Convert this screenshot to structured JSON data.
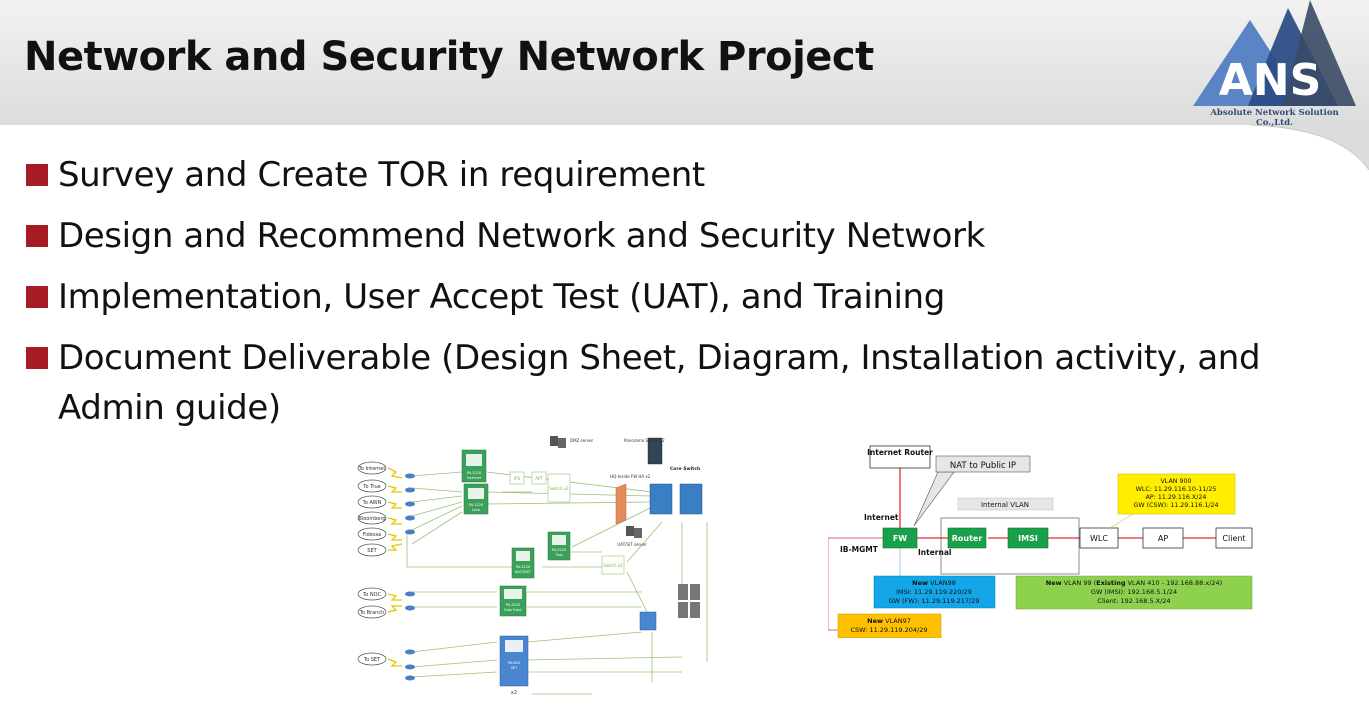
{
  "slide": {
    "title": "Network and Security Network Project"
  },
  "logo": {
    "text": "ANS",
    "subtitle": "Absolute Network Solution Co.,Ltd."
  },
  "bullets": [
    "Survey and Create TOR in requirement",
    "Design and Recommend Network and Security Network",
    "Implementation, User Accept Test (UAT), and Training",
    "Document Deliverable (Design Sheet, Diagram, Installation activity, and Admin guide)"
  ],
  "diagram_left": {
    "clouds": [
      "To Internet",
      "To True",
      "To AWN",
      "Bloomberg",
      "Fidessa",
      "SET",
      "To NOC",
      "To Branch",
      "To SET"
    ],
    "firewalls": [
      {
        "name": "PA-3220",
        "sub": "Internet"
      },
      {
        "name": "PA-3220",
        "sub": "Core"
      },
      {
        "name": "PA-3220",
        "sub": "Trap"
      },
      {
        "name": "PA-3220",
        "sub": "NAT/DIST"
      },
      {
        "name": "PA-3220",
        "sub": "East Front"
      },
      {
        "name": "PA-850",
        "sub": "SET"
      }
    ],
    "labels": {
      "ips": "IPS",
      "apt": "APT",
      "switch_x2": "Switch x2",
      "switch_x2b": "Switch x2",
      "dmz": "DMZ server",
      "panorama": "Panorama Server x2",
      "hq_fw": "HQ-Inside FW HA x2",
      "core_switch": "Core Switch",
      "uat_server": "UAT/SIT server",
      "x2": "x2"
    }
  },
  "diagram_right": {
    "internet_router": "Internet Router",
    "nat_callout": "NAT to Public IP",
    "internal_vlan": "Internal VLAN",
    "internet": "Internet",
    "ib_mgmt": "IB-MGMT",
    "internal": "Internal",
    "fw": "FW",
    "router": "Router",
    "imsi": "IMSI",
    "wlc": "WLC",
    "ap": "AP",
    "client": "Client",
    "vlan900": {
      "title": "VLAN 900",
      "lines": [
        "WLC: 11.29.116.10-11/25",
        "AP: 11.29.116.X/24",
        "GW (CSW): 11.29.116.1/24"
      ]
    },
    "vlan98": {
      "new": "New",
      "title": "VLAN98",
      "lines": [
        "IMSI: 11.29.119.220/29",
        "GW (FW): 11.29.119.217/29"
      ]
    },
    "vlan99": {
      "new": "New",
      "title_a": "VLAN 99 (",
      "existing": "Existing",
      "title_b": "VLAN 410 - 192.168.88.x/24)",
      "lines": [
        "GW (IMSI): 192.168.5.1/24",
        "Client: 192.168.5.X/24"
      ]
    },
    "vlan97": {
      "new": "New",
      "title": "VLAN97",
      "lines": [
        "CSW: 11.29.119.204/29"
      ]
    }
  }
}
